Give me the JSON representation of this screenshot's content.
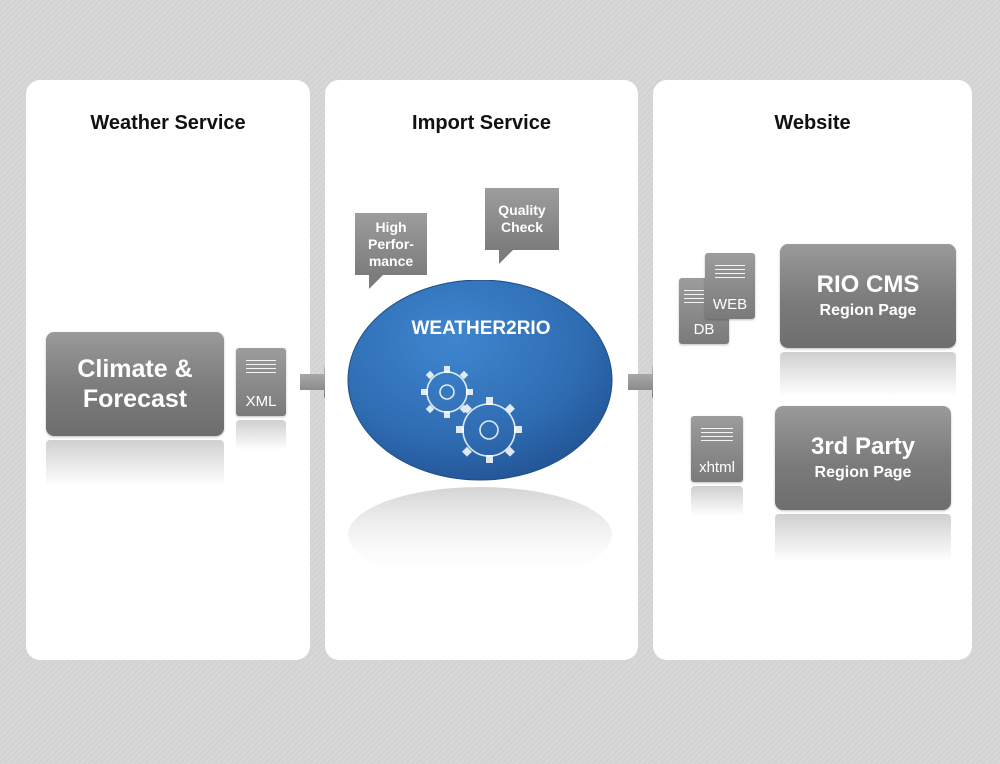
{
  "panels": {
    "weather_service": {
      "title": "Weather Service"
    },
    "import_service": {
      "title": "Import Service"
    },
    "website": {
      "title": "Website"
    }
  },
  "climate_box": {
    "line1": "Climate &",
    "line2": "Forecast"
  },
  "xml_doc": {
    "label": "XML"
  },
  "bubbles": {
    "high_performance": {
      "line1": "High",
      "line2": "Perfor-",
      "line3": "mance"
    },
    "quality_check": {
      "line1": "Quality",
      "line2": "Check"
    }
  },
  "weather2rio": {
    "label": "WEATHER2RIO"
  },
  "db_doc": {
    "label": "DB"
  },
  "web_doc": {
    "label": "WEB"
  },
  "xhtml_doc": {
    "label": "xhtml"
  },
  "rio_cms": {
    "title": "RIO CMS",
    "subtitle": "Region Page"
  },
  "third_party": {
    "title": "3rd Party",
    "subtitle": "Region Page"
  },
  "colors": {
    "ellipse_blue": "#2f6db3",
    "box_gray": "#7b7b7b",
    "panel_white": "#ffffff"
  }
}
